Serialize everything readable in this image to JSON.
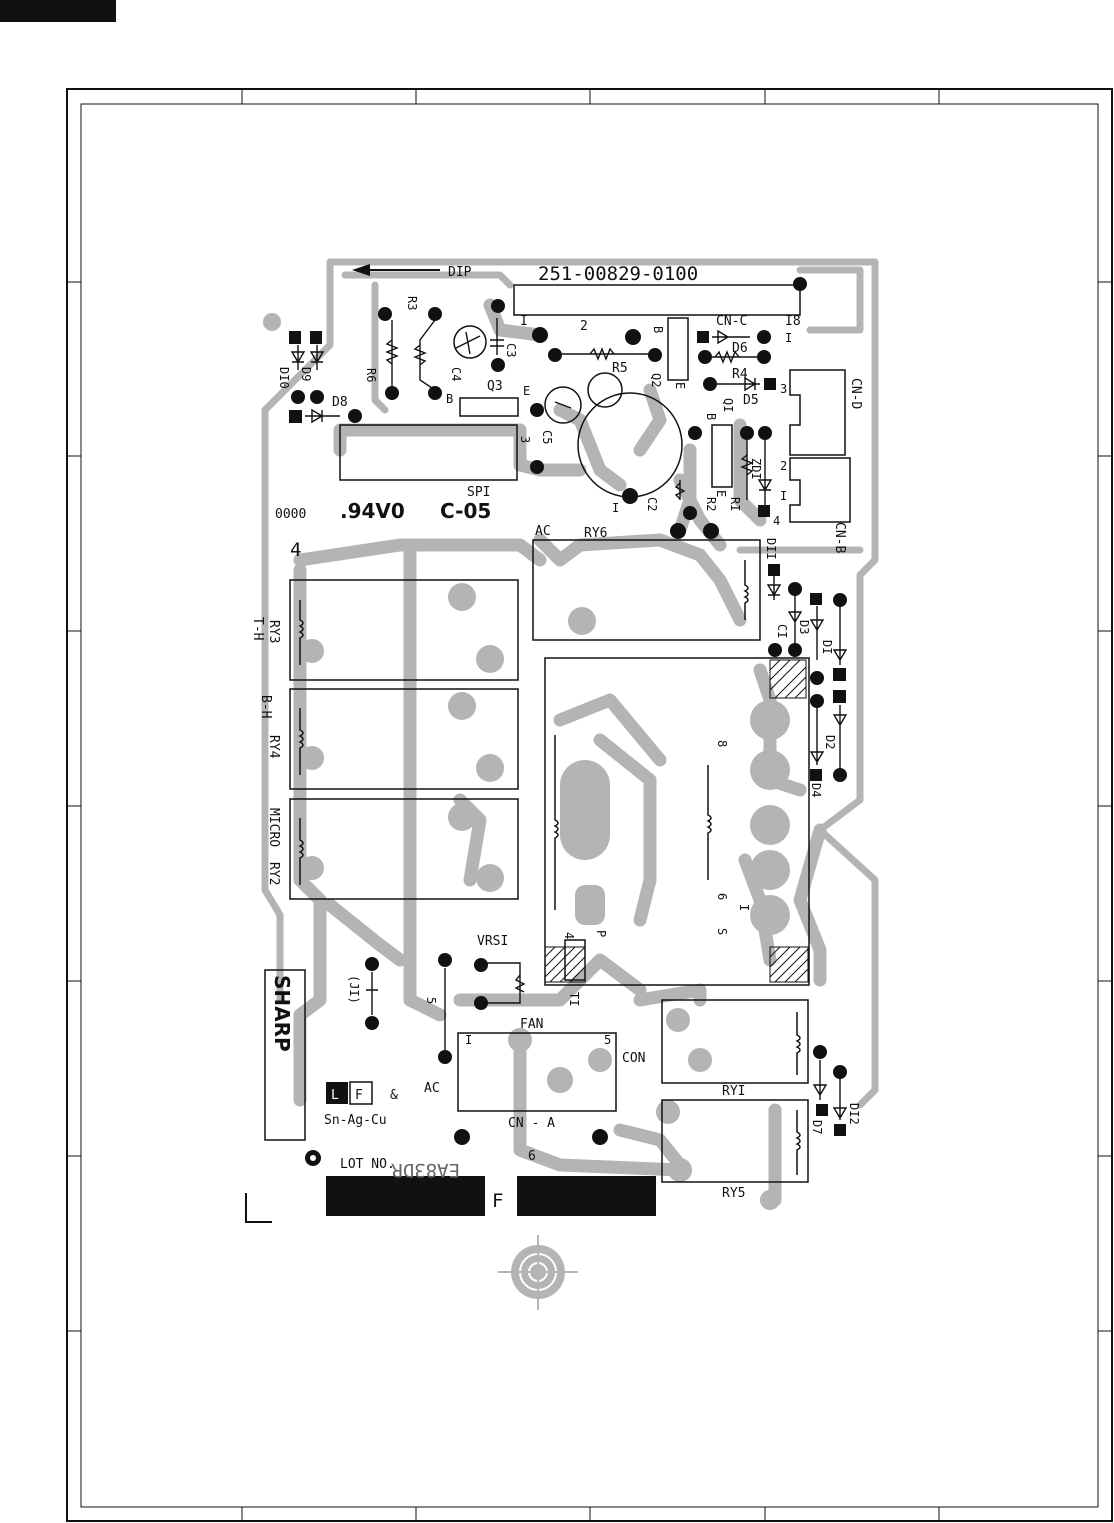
{
  "board": {
    "part_number": "251-00829-0100",
    "dip_label": "DIP",
    "material_mark": ".94V0",
    "cert_mark": "C-05",
    "brand": "SHARP",
    "solder_lf": "L",
    "solder_f": "F",
    "solder_amp": "&",
    "solder_alloy": "Sn-Ag-Cu",
    "lot_label": "LOT NO.",
    "mirror_code": "EA83DR",
    "black_f": "F",
    "date_code": "0000",
    "side_4": "4"
  },
  "connectors": {
    "cn_c": "CN-C",
    "cn_c_pin1": "I",
    "cn_c_pin2": "2",
    "cn_c_pin18": "I8",
    "cn_d": "CN-D",
    "cn_d_pin1": "I",
    "cn_d_pin2": "2",
    "cn_d_pin3": "3",
    "cn_b": "CN-B",
    "cn_b_pin1": "I",
    "cn_b_pin4": "4",
    "cn_a": "CN - A",
    "cn_a_pin1": "I",
    "cn_a_pin5": "5",
    "cn_a_pin6": "6",
    "fan": "FAN",
    "con": "CON",
    "ac_a": "AC"
  },
  "components": {
    "r3": "R3",
    "r6": "R6",
    "c4": "C4",
    "c3": "C3",
    "q3": "Q3",
    "q3_b": "B",
    "q3_e": "E",
    "c5": "C5",
    "c5_3": "3",
    "r5": "R5",
    "q2": "Q2",
    "q2_b": "B",
    "q2_e": "E",
    "d6": "D6",
    "r4": "R4",
    "d5": "D5",
    "q1": "QI",
    "q1_b": "B",
    "q1_e": "E",
    "zd1": "ZDI",
    "r1": "RI",
    "r2": "R2",
    "c2": "C2",
    "c2_1": "I",
    "d8": "D8",
    "d9": "D9",
    "d10": "DI0",
    "sp1": "SPI",
    "d11": "DII",
    "d3": "D3",
    "c1": "CI",
    "d1": "DI",
    "d2": "D2",
    "d4": "D4",
    "d7": "D7",
    "d12": "DI2",
    "vrs1": "VRSI",
    "j1": "(JI)",
    "t1": "TI",
    "p": "P",
    "t4": "4",
    "t5": "5",
    "t8": "8",
    "t6": "6",
    "tS": "S",
    "t1b": "I"
  },
  "relays": {
    "ry6": "RY6",
    "ry6_ac": "AC",
    "ry3": "RY3",
    "ry3_fn": "T-H",
    "ry4": "RY4",
    "ry4_fn": "B-H",
    "ry2": "RY2",
    "ry2_fn": "MICRO",
    "ry1": "RYI",
    "ry5": "RY5"
  }
}
